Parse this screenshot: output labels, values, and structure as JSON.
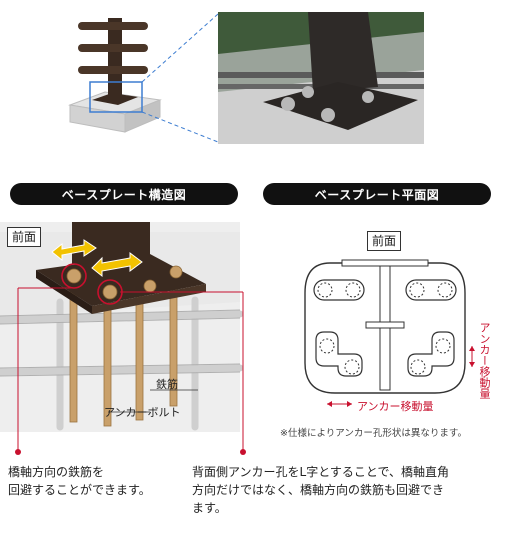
{
  "sections": {
    "structure_title": "ベースプレート構造図",
    "plan_title": "ベースプレート平面図"
  },
  "labels": {
    "front_left": "前面",
    "front_right": "前面",
    "rebar": "鉄筋",
    "anchor_bolt": "アンカーボルト",
    "anchor_move_h": "アンカー移動量",
    "anchor_move_v": "アンカー移動量"
  },
  "notes": {
    "spec": "※仕様によりアンカー孔形状は異なります。"
  },
  "captions": {
    "left": [
      "橋軸方向の鉄筋を",
      "回避することができます。"
    ],
    "right": [
      "背面側アンカー孔をL字とすることで、橋軸直角",
      "方向だけではなく、橋軸方向の鉄筋も回避でき",
      "ます。"
    ]
  },
  "colors": {
    "accent": "#c8102e",
    "post": "#3a2a20",
    "arrow": "#f2c200",
    "pill": "#111111"
  }
}
